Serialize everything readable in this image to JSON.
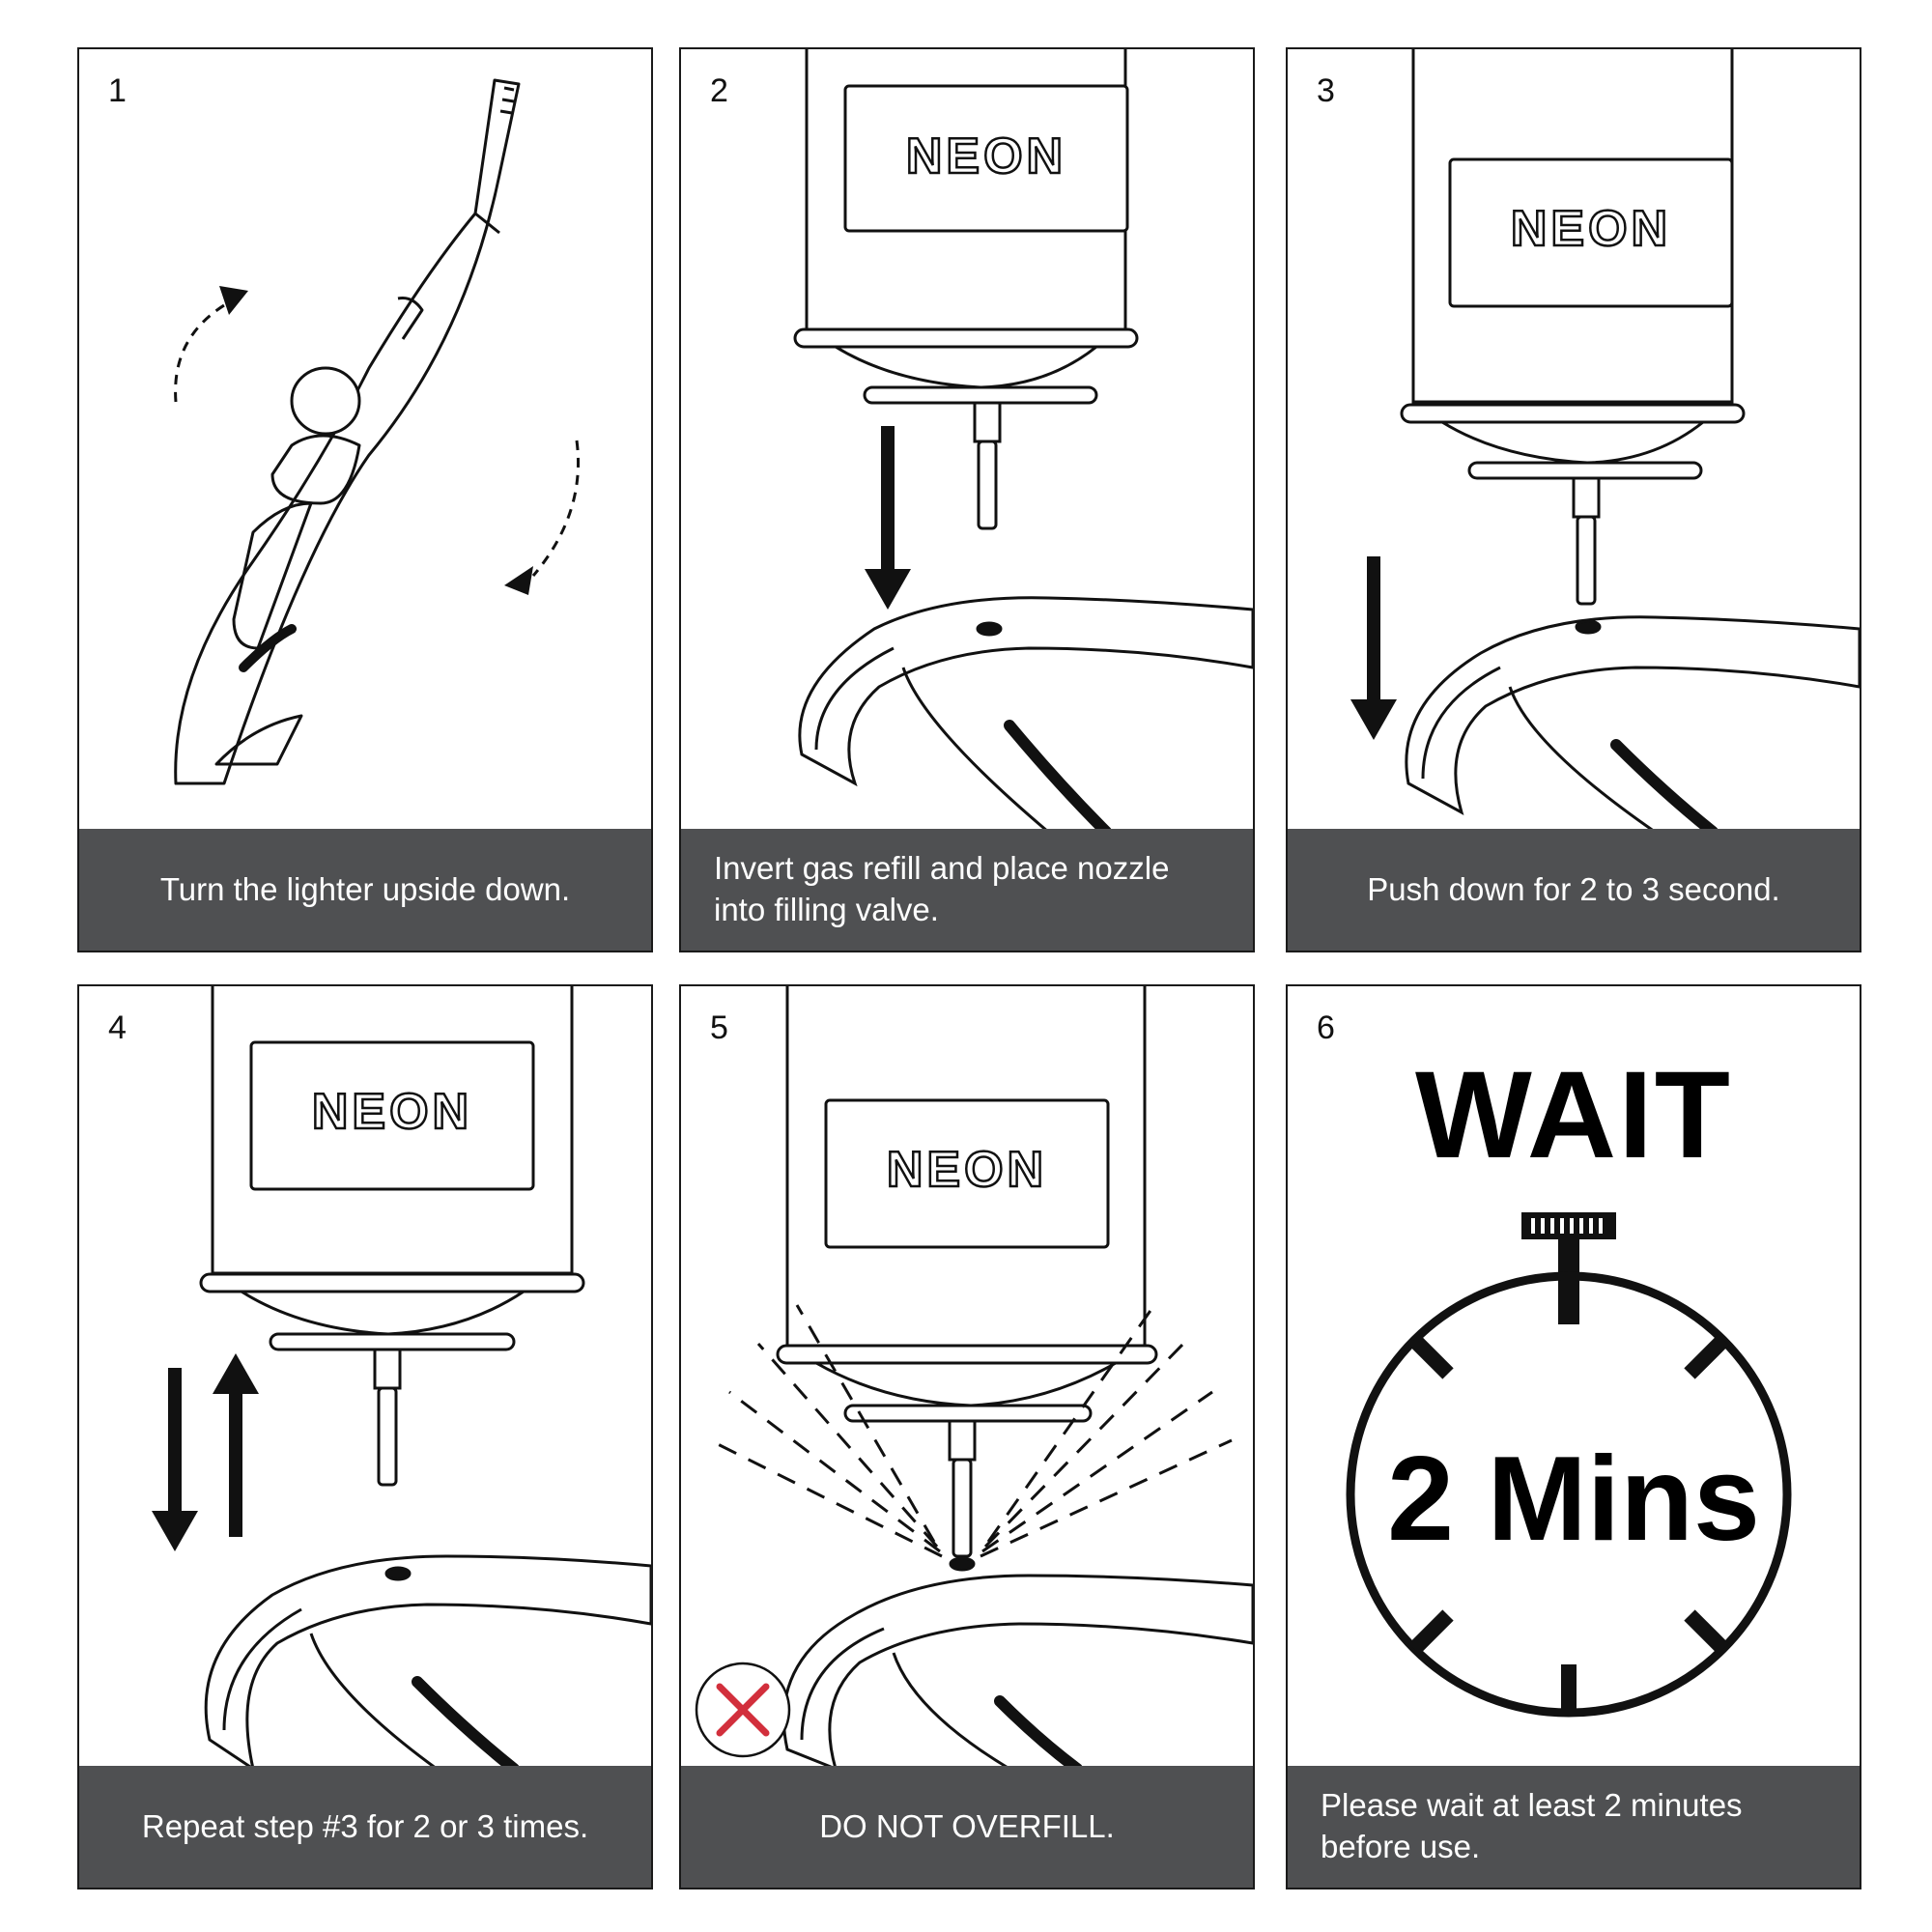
{
  "brand": "NEON",
  "steps": [
    {
      "number": "1",
      "caption": "Turn the lighter upside down."
    },
    {
      "number": "2",
      "caption": "Invert gas refill and place nozzle\ninto filling valve."
    },
    {
      "number": "3",
      "caption": "Push down for 2 to 3 second."
    },
    {
      "number": "4",
      "caption": "Repeat step #3 for 2 or 3 times."
    },
    {
      "number": "5",
      "caption": "DO NOT OVERFILL."
    },
    {
      "number": "6",
      "caption": "Please wait at least 2 minutes\nbefore use."
    }
  ],
  "wait": {
    "title": "WAIT",
    "duration": "2 Mins"
  },
  "colors": {
    "caption_bg": "#4f5052",
    "caption_text": "#ffffff",
    "warning_x": "#d22f3c"
  },
  "icons": [
    "curved-arrow-icon",
    "down-arrow-icon",
    "up-arrow-icon",
    "prohibited-x-icon",
    "stopwatch-icon"
  ]
}
